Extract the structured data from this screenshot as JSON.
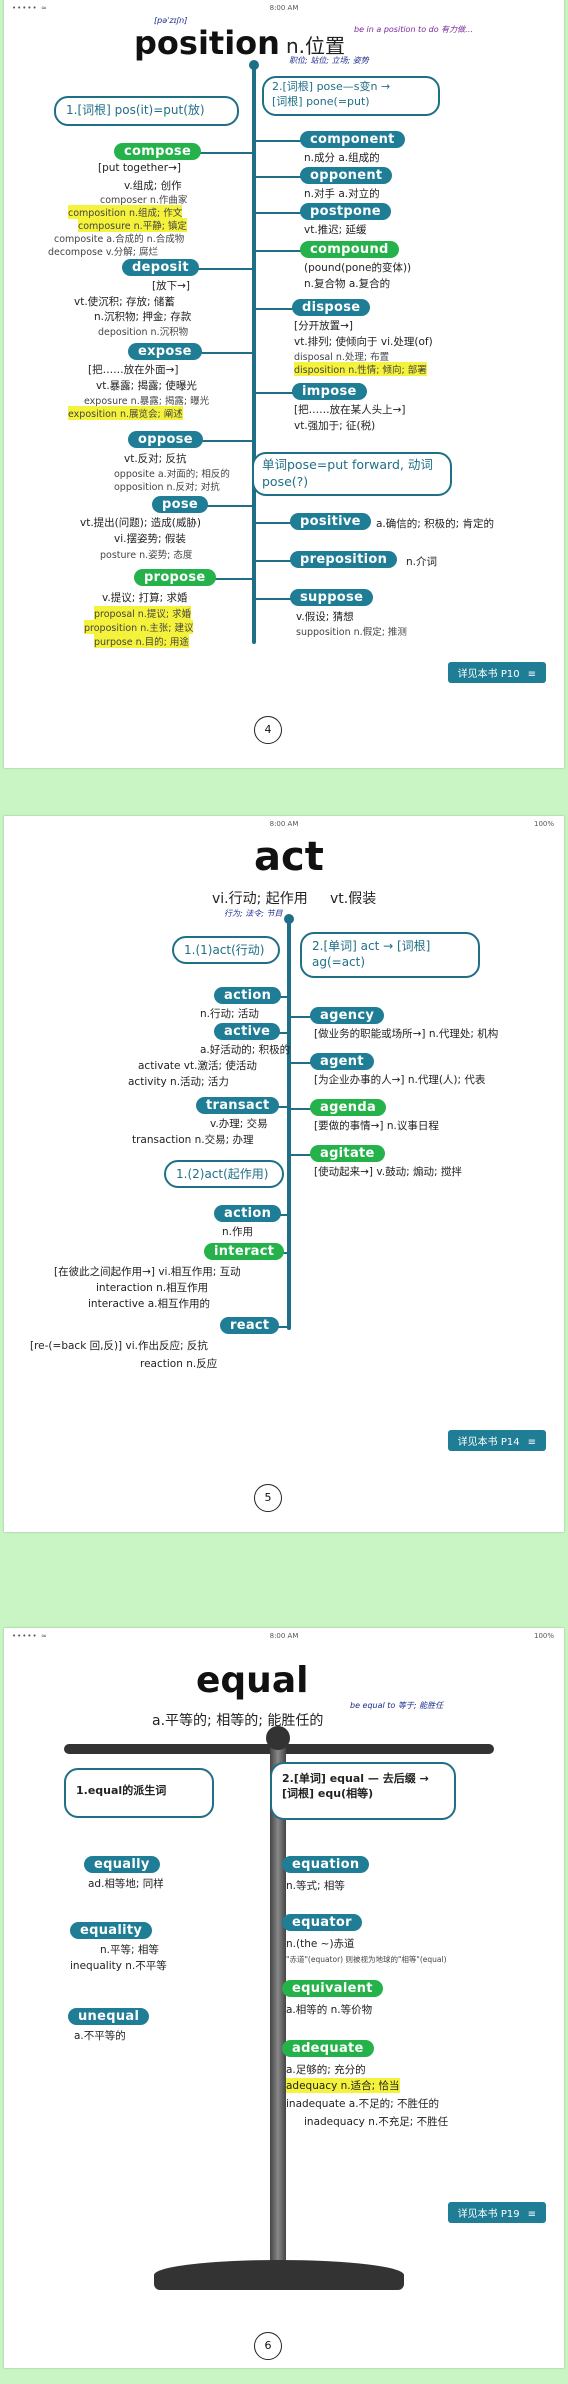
{
  "pages": {
    "p1": {
      "status": {
        "left": "••••• ≈",
        "center": "8:00 AM",
        "right": ""
      },
      "handnote_top": "[pəˈzɪʃn]",
      "headword": "position",
      "gloss": "n.位置",
      "gloss_hand": "be in a position to do 有力做…",
      "gloss_hand2": "职位; 站位; 立场; 姿势",
      "root_box": {
        "label": "1.[词根] pos(it)=put(放)"
      },
      "word_box": {
        "line1": "2.[词根] pose—s变n →",
        "line2": "[词根] pone(=put)"
      },
      "left_nodes": [
        {
          "word": "compose",
          "lines": [
            "[put together→]",
            "v.组成; 创作",
            "composer n.作曲家",
            "composition n.组成; 作文",
            "composure n.平静; 镇定",
            "composite a.合成的  n.合成物",
            "decompose v.分解; 腐烂"
          ]
        },
        {
          "word": "deposit",
          "lines": [
            "[放下→]",
            "vt.使沉积; 存放; 储蓄",
            "n.沉积物; 押金; 存款",
            "deposition n.沉积物"
          ]
        },
        {
          "word": "expose",
          "lines": [
            "[把……放在外面→]",
            "vt.暴露; 揭露; 使曝光",
            "exposure n.暴露; 揭露; 曝光",
            "exposition n.展览会; 阐述"
          ]
        },
        {
          "word": "oppose",
          "lines": [
            "vt.反对; 反抗",
            "opposite a.对面的; 相反的",
            "opposition n.反对; 对抗"
          ]
        },
        {
          "word": "pose",
          "lines": [
            "vt.提出(问题); 造成(威胁)",
            "vi.摆姿势; 假装",
            "posture n.姿势; 态度"
          ]
        },
        {
          "word": "propose",
          "lines": [
            "v.提议; 打算; 求婚",
            "proposal n.提议; 求婚",
            "proposition n.主张; 建议",
            "purpose n.目的; 用途"
          ]
        }
      ],
      "right_nodes": [
        {
          "word": "component",
          "lines": [
            "n.成分  a.组成的"
          ]
        },
        {
          "word": "opponent",
          "lines": [
            "n.对手  a.对立的"
          ]
        },
        {
          "word": "postpone",
          "lines": [
            "vt.推迟; 延缓"
          ]
        },
        {
          "word": "compound",
          "lines": [
            "(pound(pone的变体))",
            "n.复合物  a.复合的"
          ]
        },
        {
          "word": "dispose",
          "lines": [
            "[分开放置→]",
            "vt.排列; 使倾向于  vi.处理(of)",
            "disposal n.处理; 布置",
            "disposition n.性情; 倾向; 部署"
          ]
        },
        {
          "word": "impose",
          "lines": [
            "[把……放在某人头上→]",
            "vt.强加于; 征(税)"
          ]
        },
        {
          "word": "positive",
          "lines": [
            "a.确信的; 积极的; 肯定的"
          ]
        },
        {
          "word": "preposition",
          "lines": [
            "n.介词"
          ]
        },
        {
          "word": "suppose",
          "lines": [
            "v.假设; 猜想",
            "supposition n.假定; 推测"
          ]
        }
      ],
      "question_box": "单词pose=put forward, 动词pose(?)",
      "ref": "详见本书 P10",
      "page_number": "4"
    },
    "p2": {
      "status": {
        "left": "",
        "center": "8:00 AM",
        "right": "100%"
      },
      "headword": "act",
      "gloss_a": "vi.行动; 起作用",
      "gloss_b": "vt.假装",
      "gloss_hand": "行为; 法令; 节目",
      "root_box_1": "1.(1)act(行动)",
      "root_box_2": "1.(2)act(起作用)",
      "word_box": {
        "line1": "2.[单词] act → [词根]",
        "line2": "ag(=act)"
      },
      "left_nodes_1": [
        {
          "word": "action",
          "lines": [
            "n.行动; 活动"
          ]
        },
        {
          "word": "active",
          "lines": [
            "a.好活动的; 积极的",
            "activate vt.激活; 使活动",
            "activity n.活动; 活力"
          ]
        },
        {
          "word": "transact",
          "lines": [
            "v.办理; 交易",
            "transaction n.交易; 办理"
          ]
        }
      ],
      "left_nodes_2": [
        {
          "word": "action",
          "lines": [
            "n.作用"
          ]
        },
        {
          "word": "interact",
          "lines": [
            "[在彼此之间起作用→] vi.相互作用; 互动",
            "interaction n.相互作用",
            "interactive a.相互作用的"
          ]
        },
        {
          "word": "react",
          "lines": [
            "[re-(=back 回,反)] vi.作出反应; 反抗",
            "reaction n.反应"
          ]
        }
      ],
      "right_nodes": [
        {
          "word": "agency",
          "lines": [
            "[做业务的职能或场所→] n.代理处; 机构"
          ]
        },
        {
          "word": "agent",
          "lines": [
            "[为企业办事的人→] n.代理(人); 代表"
          ]
        },
        {
          "word": "agenda",
          "lines": [
            "[要做的事情→] n.议事日程"
          ]
        },
        {
          "word": "agitate",
          "lines": [
            "[使动起来→] v.鼓动; 煽动; 搅拌"
          ]
        }
      ],
      "ref": "详见本书 P14",
      "page_number": "5"
    },
    "p3": {
      "status": {
        "left": "••••• ≈",
        "center": "8:00 AM",
        "right": "100%"
      },
      "headword": "equal",
      "gloss": "a.平等的; 相等的; 能胜任的",
      "gloss_hand": "be equal to 等于; 能胜任",
      "root_box": "1.equal的派生词",
      "word_box": {
        "line1": "2.[单词] equal — 去后缀 →",
        "line2": "[词根] equ(相等)"
      },
      "left_nodes": [
        {
          "word": "equally",
          "lines": [
            "ad.相等地; 同样"
          ]
        },
        {
          "word": "equality",
          "lines": [
            "n.平等; 相等",
            "inequality n.不平等"
          ]
        },
        {
          "word": "unequal",
          "lines": [
            "a.不平等的"
          ]
        }
      ],
      "right_nodes": [
        {
          "word": "equation",
          "lines": [
            "n.等式; 相等"
          ]
        },
        {
          "word": "equator",
          "lines": [
            "n.(the ~)赤道",
            "\"赤道\"(equator) 则被视为地球的\"相等\"(equal)"
          ]
        },
        {
          "word": "equivalent",
          "lines": [
            "a.相等的  n.等价物"
          ]
        },
        {
          "word": "adequate",
          "lines": [
            "a.足够的; 充分的",
            "adequacy n.适合; 恰当",
            "inadequate a.不足的; 不胜任的",
            "inadequacy n.不充足; 不胜任"
          ]
        }
      ],
      "ref": "详见本书 P19",
      "page_number": "6"
    }
  },
  "colors": {
    "accent": "#1f7d96",
    "highlight_yellow": "#f5f23c",
    "highlight_green": "#4fd94b",
    "background": "#c9f5c4"
  }
}
